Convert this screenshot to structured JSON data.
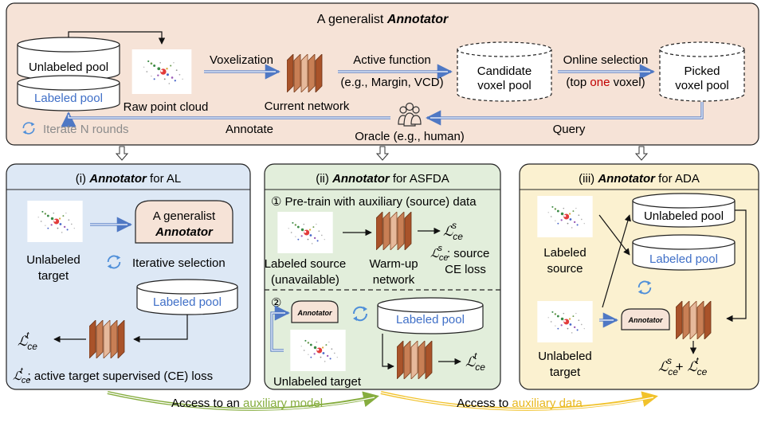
{
  "top": {
    "title_prefix": "A generalist ",
    "title_em": "Annotator",
    "unlabeled_pool": "Unlabeled pool",
    "labeled_pool": "Labeled pool",
    "raw_point_cloud": "Raw point cloud",
    "voxelization": "Voxelization",
    "current_network": "Current network",
    "active_function": "Active function",
    "active_function_eg": "(e.g., Margin, VCD)",
    "candidate_1": "Candidate",
    "candidate_2": "voxel pool",
    "online_selection": "Online selection",
    "top_one_a": "(top ",
    "top_one_b": "one",
    "top_one_c": " voxel)",
    "picked_1": "Picked",
    "picked_2": "voxel pool",
    "iterate": "Iterate N rounds",
    "annotate": "Annotate",
    "oracle": "Oracle (e.g., human)",
    "query": "Query"
  },
  "al": {
    "title_a": "(i) ",
    "title_em": "Annotator",
    "title_b": " for AL",
    "box_1": "A generalist",
    "box_2": "Annotator",
    "unlabeled_1": "Unlabeled",
    "unlabeled_2": "target",
    "iterative": "Iterative selection",
    "labeled_pool": "Labeled pool",
    "loss_caption": ": active target  supervised (CE) loss"
  },
  "asfda": {
    "title_a": "(ii) ",
    "title_em": "Annotator",
    "title_b": " for ASFDA",
    "step1_num": "①",
    "step1": "Pre-train with auxiliary (source) data",
    "labeled_source": "Labeled source",
    "unavailable": "(unavailable)",
    "warmup_1": "Warm-up",
    "warmup_2": "network",
    "source_ce_a": ": source",
    "source_ce_b": "CE loss",
    "step2_num": "②",
    "annotator_chip": "Annotator",
    "labeled_pool": "Labeled pool",
    "unlabeled_target": "Unlabeled target"
  },
  "ada": {
    "title_a": "(iii) ",
    "title_em": "Annotator",
    "title_b": " for ADA",
    "labeled_1": "Labeled",
    "labeled_2": "source",
    "unlabeled_pool": "Unlabeled pool",
    "labeled_pool": "Labeled pool",
    "annotator_chip": "Annotator",
    "unlabeled_1": "Unlabeled",
    "unlabeled_2": "target"
  },
  "math": {
    "L": "ℒ",
    "ce": "ce",
    "t": "t",
    "s": "s",
    "plus": " + "
  },
  "bottom": {
    "model_a": "Access to an ",
    "model_b": "auxiliary model",
    "data_a": "Access to ",
    "data_b": "auxiliary data"
  },
  "colors": {
    "top_bg": "#f6e3d7",
    "al_bg": "#dde8f5",
    "asfda_bg": "#e2eedb",
    "ada_bg": "#fbf1d0",
    "blue_text": "#3f6fc7",
    "red_text": "#c00000",
    "green_arrow": "#86ad3f",
    "yellow_arrow": "#f1c22b"
  }
}
